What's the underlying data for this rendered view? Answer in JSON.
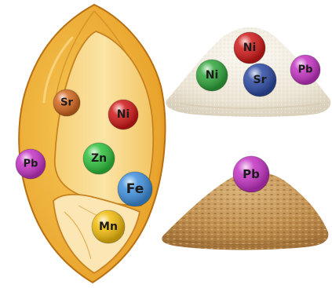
{
  "colors": {
    "grain_outer": "#f1b73c",
    "grain_shade": "#d68a1a",
    "grain_outline": "#b86f12",
    "endosperm": "#f9dd96",
    "embryo": "#fbe6b4",
    "flour": "#f0ebdf",
    "bran": "#c69656"
  },
  "grain": {
    "elements": [
      {
        "symbol": "Sr",
        "color": "#d2671e"
      },
      {
        "symbol": "Ni",
        "color": "#d01818"
      },
      {
        "symbol": "Zn",
        "color": "#2fc13c"
      },
      {
        "symbol": "Pb",
        "color": "#c433c4"
      },
      {
        "symbol": "Fe",
        "color": "#3f8fdd"
      },
      {
        "symbol": "Mn",
        "color": "#f2bd0c"
      }
    ]
  },
  "flour_pile": {
    "elements": [
      {
        "symbol": "Ni",
        "color": "#d01818"
      },
      {
        "symbol": "Ni",
        "color": "#2fa63a"
      },
      {
        "symbol": "Sr",
        "color": "#2c4aa3"
      },
      {
        "symbol": "Pb",
        "color": "#c433c4"
      }
    ]
  },
  "bran_pile": {
    "elements": [
      {
        "symbol": "Pb",
        "color": "#c433c4"
      }
    ]
  }
}
